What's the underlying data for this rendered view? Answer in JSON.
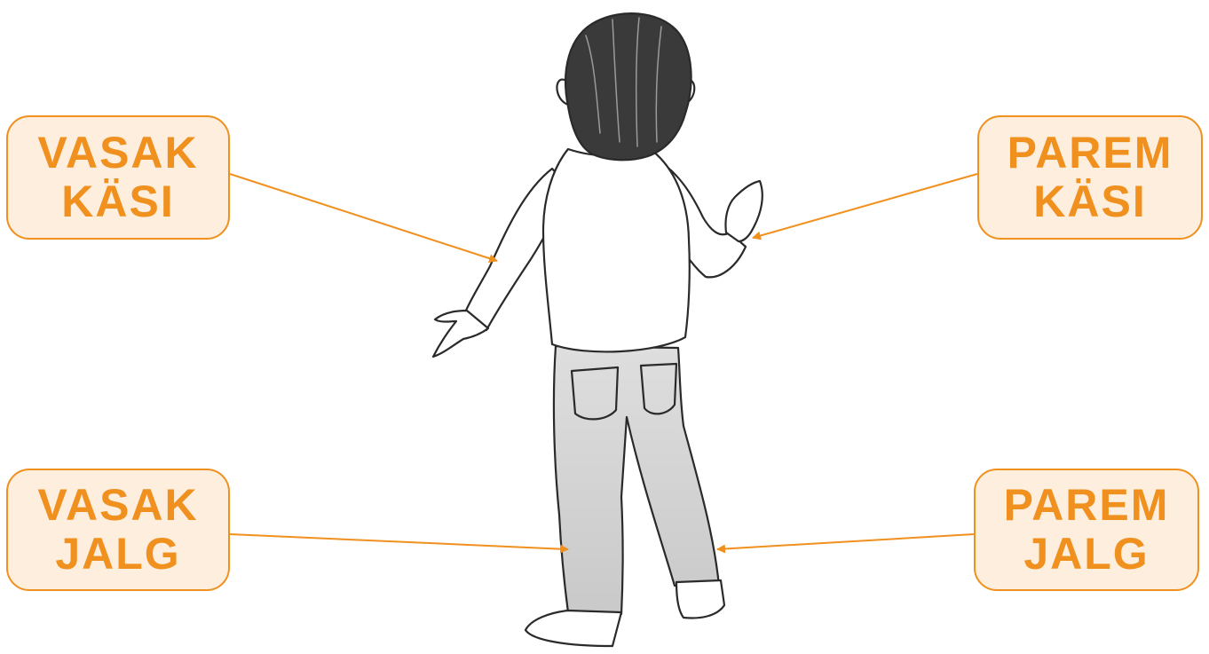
{
  "labels": {
    "left_hand": {
      "line1": "VASAK",
      "line2": "KÄSI"
    },
    "right_hand": {
      "line1": "PAREM",
      "line2": "KÄSI"
    },
    "left_leg": {
      "line1": "VASAK",
      "line2": "JALG"
    },
    "right_leg": {
      "line1": "PAREM",
      "line2": "JALG"
    }
  },
  "colors": {
    "accent": "#f0901e",
    "label_fill": "#fdeedd",
    "ink": "#2a2a2a"
  }
}
